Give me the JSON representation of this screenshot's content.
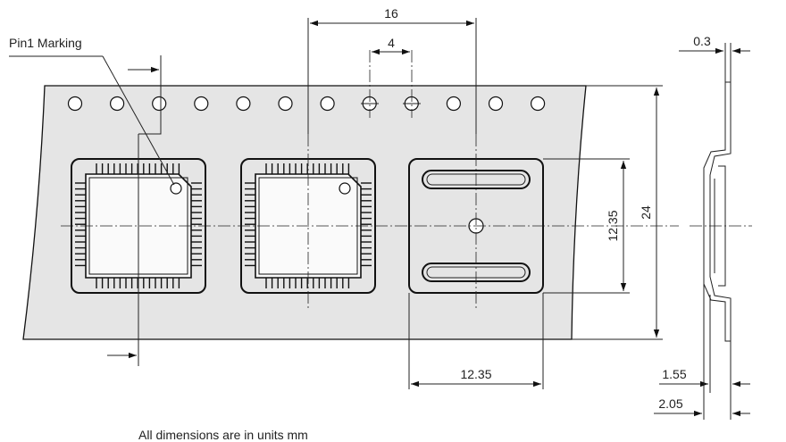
{
  "labels": {
    "pin1_marking": "Pin1 Marking",
    "pitch": "16",
    "hole_pitch": "4",
    "pocket_height": "12.35",
    "pocket_width": "12.35",
    "tape_width": "24",
    "thickness": "0.3",
    "depth_a": "1.55",
    "depth_b": "2.05",
    "footnote": "All dimensions are in units mm"
  },
  "colors": {
    "tape": "#e5e5e5",
    "line": "#111111"
  }
}
